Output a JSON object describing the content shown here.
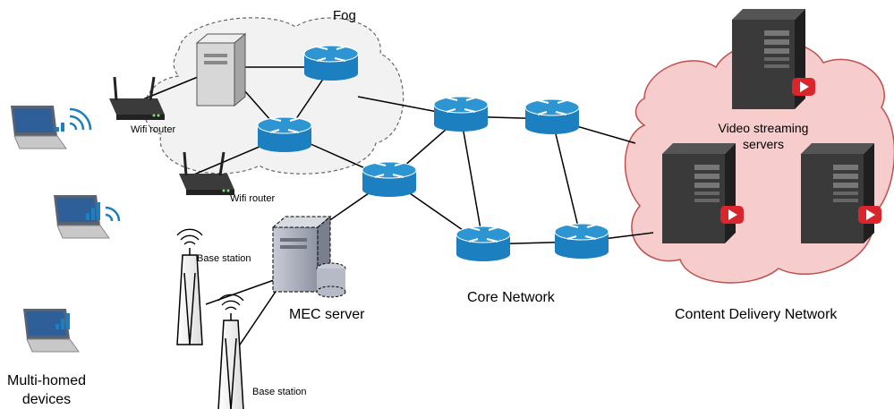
{
  "labels": {
    "fog": "Fog",
    "wifi_router_1": "Wifi router",
    "wifi_router_2": "Wifi router",
    "base_station_1": "Base station",
    "base_station_2": "Base station",
    "mec_server": "MEC server",
    "core_network": "Core Network",
    "cdn": "Content Delivery Network",
    "video_servers_line1": "Video streaming",
    "video_servers_line2": "servers",
    "devices_line1": "Multi-homed",
    "devices_line2": "devices"
  },
  "colors": {
    "router_fill": "#1b7fc0",
    "router_top": "#2e95d3",
    "cdn_cloud_fill": "#f6cccc",
    "cdn_cloud_stroke": "#c0504d",
    "fog_cloud_fill": "#f2f2f2",
    "fog_cloud_stroke": "#666666",
    "play_button": "#d9262c",
    "wifi_waves": "#1b7fc0"
  },
  "icons": [
    "router-icon",
    "server-icon",
    "laptop-icon",
    "wifi-router-icon",
    "base-station-icon",
    "play-icon",
    "mec-server-icon"
  ]
}
